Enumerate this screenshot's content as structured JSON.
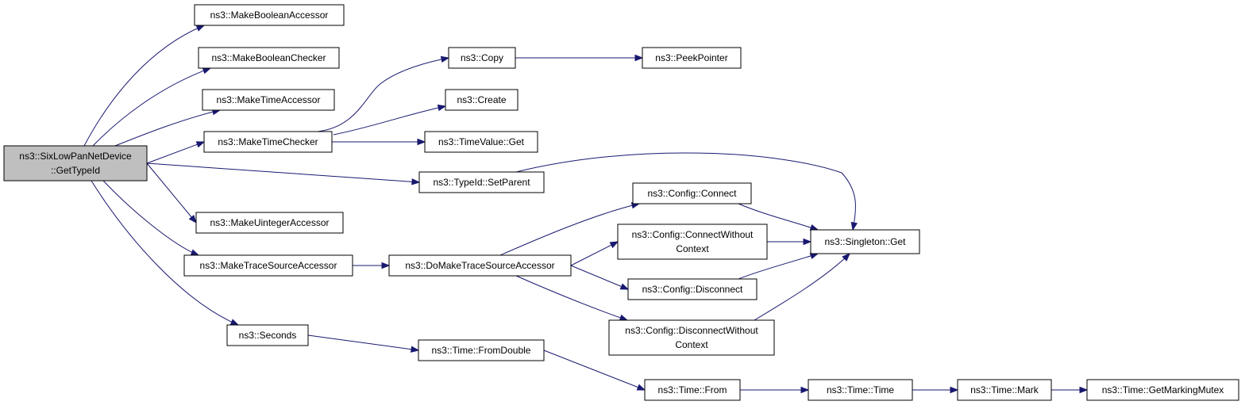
{
  "colors": {
    "edge": "#191970",
    "root_fill": "#bfbfbf",
    "node_fill": "#ffffff",
    "border": "#000000"
  },
  "nodes": {
    "root": [
      "ns3::SixLowPanNetDevice",
      "::GetTypeId"
    ],
    "make_boolean_accessor": [
      "ns3::MakeBooleanAccessor"
    ],
    "make_boolean_checker": [
      "ns3::MakeBooleanChecker"
    ],
    "make_time_accessor": [
      "ns3::MakeTimeAccessor"
    ],
    "make_time_checker": [
      "ns3::MakeTimeChecker"
    ],
    "make_uinteger_accessor": [
      "ns3::MakeUintegerAccessor"
    ],
    "make_trace_source_accessor": [
      "ns3::MakeTraceSourceAccessor"
    ],
    "seconds": [
      "ns3::Seconds"
    ],
    "copy": [
      "ns3::Copy"
    ],
    "peek_pointer": [
      "ns3::PeekPointer"
    ],
    "create": [
      "ns3::Create"
    ],
    "time_value_get": [
      "ns3::TimeValue::Get"
    ],
    "typeid_set_parent": [
      "ns3::TypeId::SetParent"
    ],
    "do_make_trace_source_accessor": [
      "ns3::DoMakeTraceSourceAccessor"
    ],
    "config_connect": [
      "ns3::Config::Connect"
    ],
    "config_connect_without_context": [
      "ns3::Config::ConnectWithout",
      "Context"
    ],
    "config_disconnect": [
      "ns3::Config::Disconnect"
    ],
    "config_disconnect_without_context": [
      "ns3::Config::DisconnectWithout",
      "Context"
    ],
    "singleton_get": [
      "ns3::Singleton::Get"
    ],
    "time_from_double": [
      "ns3::Time::FromDouble"
    ],
    "time_from": [
      "ns3::Time::From"
    ],
    "time_time": [
      "ns3::Time::Time"
    ],
    "time_mark": [
      "ns3::Time::Mark"
    ],
    "time_get_marking_mutex": [
      "ns3::Time::GetMarkingMutex"
    ]
  },
  "edges": [
    [
      "root",
      "make_boolean_accessor"
    ],
    [
      "root",
      "make_boolean_checker"
    ],
    [
      "root",
      "make_time_accessor"
    ],
    [
      "root",
      "make_time_checker"
    ],
    [
      "root",
      "typeid_set_parent"
    ],
    [
      "root",
      "make_uinteger_accessor"
    ],
    [
      "root",
      "make_trace_source_accessor"
    ],
    [
      "root",
      "seconds"
    ],
    [
      "make_time_checker",
      "copy"
    ],
    [
      "make_time_checker",
      "create"
    ],
    [
      "make_time_checker",
      "time_value_get"
    ],
    [
      "copy",
      "peek_pointer"
    ],
    [
      "typeid_set_parent",
      "singleton_get"
    ],
    [
      "make_trace_source_accessor",
      "do_make_trace_source_accessor"
    ],
    [
      "do_make_trace_source_accessor",
      "config_connect"
    ],
    [
      "do_make_trace_source_accessor",
      "config_connect_without_context"
    ],
    [
      "do_make_trace_source_accessor",
      "config_disconnect"
    ],
    [
      "do_make_trace_source_accessor",
      "config_disconnect_without_context"
    ],
    [
      "config_connect",
      "singleton_get"
    ],
    [
      "config_connect_without_context",
      "singleton_get"
    ],
    [
      "config_disconnect",
      "singleton_get"
    ],
    [
      "config_disconnect_without_context",
      "singleton_get"
    ],
    [
      "seconds",
      "time_from_double"
    ],
    [
      "time_from_double",
      "time_from"
    ],
    [
      "time_from",
      "time_time"
    ],
    [
      "time_time",
      "time_mark"
    ],
    [
      "time_mark",
      "time_get_marking_mutex"
    ]
  ]
}
